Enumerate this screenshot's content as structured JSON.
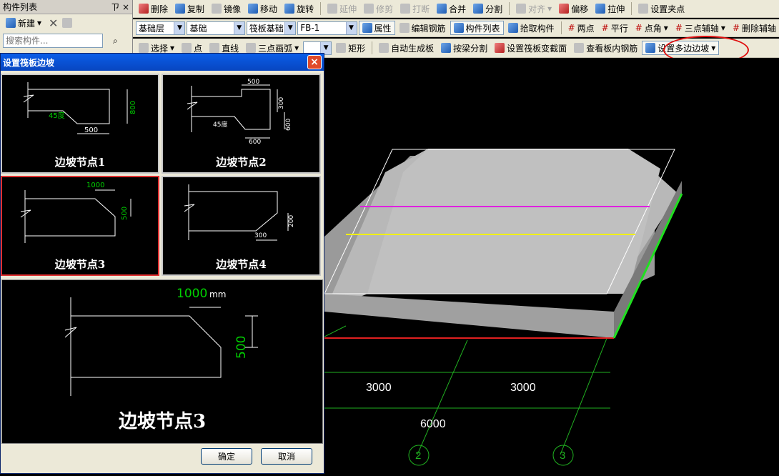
{
  "component_panel": {
    "title": "构件列表",
    "pin": "ㄗ",
    "close": "×",
    "new_label": "新建",
    "search_placeholder": "搜索构件..."
  },
  "toolbar1": {
    "delete": "删除",
    "copy": "复制",
    "mirror": "镜像",
    "move": "移动",
    "rotate": "旋转",
    "extend": "延伸",
    "trim": "修剪",
    "break": "打断",
    "merge": "合并",
    "split": "分割",
    "align": "对齐",
    "offset": "偏移",
    "stretch": "拉伸",
    "set_grip": "设置夹点"
  },
  "toolbar2": {
    "layer": "基础层",
    "category": "基础",
    "type": "筏板基础",
    "name": "FB-1",
    "properties": "属性",
    "edit_rebar": "编辑钢筋",
    "component_list": "构件列表",
    "pick": "拾取构件",
    "two_point": "两点",
    "parallel": "平行",
    "point_angle": "点角",
    "three_point_aux": "三点辅轴",
    "delete_aux": "删除辅轴"
  },
  "toolbar3": {
    "select": "选择",
    "point": "点",
    "line": "直线",
    "arc": "三点画弧",
    "rect": "矩形",
    "auto_gen": "自动生成板",
    "split_by_beam": "按梁分割",
    "set_section": "设置筏板变截面",
    "view_rebar": "查看板内钢筋",
    "set_multi_slope": "设置多边边坡"
  },
  "dialog": {
    "title": "设置筏板边坡",
    "close": "×",
    "options": [
      {
        "label": "边坡节点1",
        "dims": [
          "45度",
          "800",
          "500"
        ]
      },
      {
        "label": "边坡节点2",
        "dims": [
          "500",
          "300",
          "45度",
          "600",
          "600"
        ]
      },
      {
        "label": "边坡节点3",
        "dims": [
          "1000",
          "500"
        ]
      },
      {
        "label": "边坡节点4",
        "dims": [
          "300",
          "200"
        ]
      }
    ],
    "selected_index": 2,
    "preview": {
      "label": "边坡节点3",
      "dim_top": "1000",
      "dim_side": "500",
      "unit": "mm"
    },
    "unit": "mm",
    "ok": "确定",
    "cancel": "取消"
  },
  "viewport": {
    "dims": [
      "3000",
      "3000",
      "6000"
    ],
    "axis_labels": [
      "2",
      "3"
    ]
  },
  "colors": {
    "accent_select": "#e03030",
    "dim_green": "#00d000",
    "grid_green": "#20b020",
    "slab": "#a8a8a8"
  }
}
